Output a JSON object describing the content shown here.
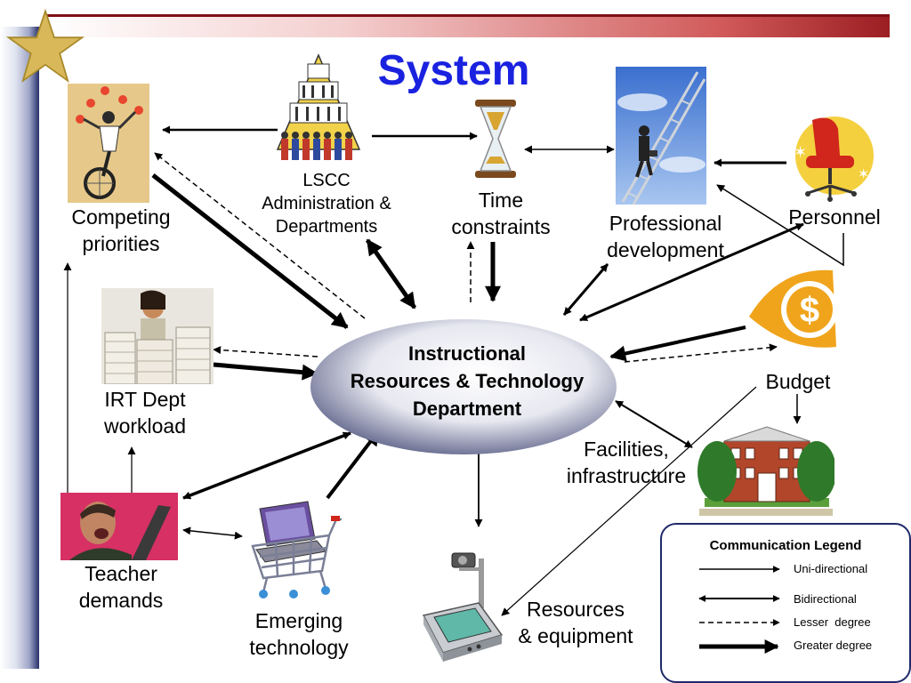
{
  "title": "System",
  "center": {
    "lines": [
      "Instructional",
      "Resources & Technology",
      "Department"
    ]
  },
  "nodes": {
    "lscc": {
      "lines": [
        "LSCC",
        "Administration &",
        "Departments"
      ]
    },
    "time": {
      "lines": [
        "Time",
        "constraints"
      ]
    },
    "profdev": {
      "lines": [
        "Professional",
        "development"
      ]
    },
    "personnel": {
      "lines": [
        "Personnel"
      ]
    },
    "competing": {
      "lines": [
        "Competing",
        "priorities"
      ]
    },
    "irt": {
      "lines": [
        "IRT Dept",
        "workload"
      ]
    },
    "budget": {
      "lines": [
        "Budget"
      ]
    },
    "facilities": {
      "lines": [
        "Facilities,",
        "infrastructure"
      ]
    },
    "teacher": {
      "lines": [
        "Teacher",
        "demands"
      ]
    },
    "emerging": {
      "lines": [
        "Emerging",
        "technology"
      ]
    },
    "resources": {
      "lines": [
        "Resources",
        "& equipment"
      ]
    }
  },
  "legend": {
    "title": "Communication Legend",
    "items": [
      {
        "label": "Uni-directional",
        "style": "uni"
      },
      {
        "label": "Bidirectional",
        "style": "bi"
      },
      {
        "label": "Lesser  degree",
        "style": "dashed"
      },
      {
        "label": "Greater degree",
        "style": "thick"
      }
    ]
  },
  "colors": {
    "title": "#1a22e0",
    "top_bar": "#9b1e22",
    "left_bar": "#26306a",
    "legend_border": "#1f2a6a"
  }
}
